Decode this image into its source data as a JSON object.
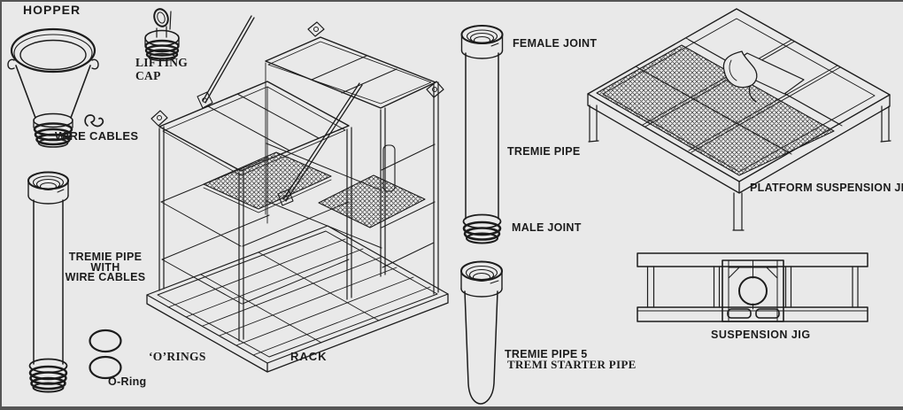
{
  "meta": {
    "description": "Tremie pipe and placement equipment line diagram"
  },
  "colors": {
    "background": "#e9e9e9",
    "ink": "#1c1c1c",
    "edge": "#555555"
  },
  "labels": {
    "hopper": "HOPPER",
    "lifting_cap": {
      "line1": "LIFTING",
      "line2": "CAP"
    },
    "wire_cables": "WIRE CABLES",
    "tremie_pipe_with_wire_cables": {
      "line1": "TREMIE PIPE",
      "line2": "WITH",
      "line3": "WIRE CABLES"
    },
    "o_rings": "‘O’RINGS",
    "o_ring": "O-Ring",
    "rack": "RACK",
    "female_joint": "FEMALE JOINT",
    "tremie_pipe": "TREMIE PIPE",
    "male_joint": "MALE JOINT",
    "tremie_pipe_5": "TREMIE PIPE 5",
    "tremi_starter_pipe": "TREMI STARTER PIPE",
    "platform_suspension_jig": "PLATFORM SUSPENSION JIG",
    "suspension_jig": "SUSPENSION JIG"
  }
}
